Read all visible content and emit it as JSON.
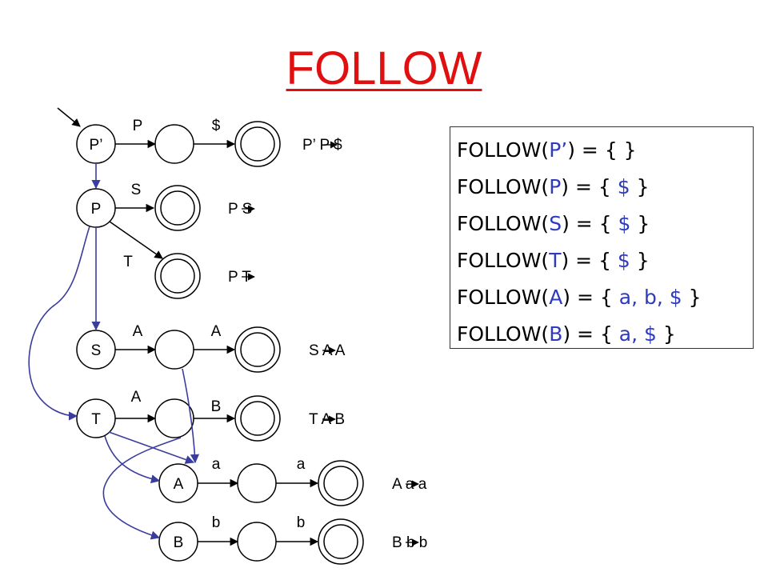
{
  "title": "FOLLOW",
  "colors": {
    "title": "#e01010",
    "curves": "#3a3d9c",
    "symbols": "#2e3bbd"
  },
  "automaton": {
    "start_arrow": true,
    "states": {
      "Pprime": "P’",
      "P": "P",
      "S": "S",
      "T": "T",
      "A": "A",
      "B": "B"
    },
    "edge_labels": {
      "pp_1": "P",
      "pp_2": "$",
      "p_1": "S",
      "p_2": "T",
      "s_1": "A",
      "s_2": "A",
      "t_1": "A",
      "t_2": "B",
      "a_1": "a",
      "a_2": "a",
      "b_1": "b",
      "b_2": "b"
    },
    "productions": {
      "pp": "P’  P $",
      "ps": "P  S",
      "pt": "P  T",
      "s": "S  A A",
      "t": "T  A B",
      "a": "A  a a",
      "b": "B  b b"
    }
  },
  "follow_sets": [
    {
      "prefix": "FOLLOW(",
      "nonterminal": "P’",
      "mid": ") = { ",
      "symbols": "",
      "suffix": "}"
    },
    {
      "prefix": "FOLLOW(",
      "nonterminal": "P",
      "mid": ") = { ",
      "symbols": "$",
      "suffix": " }"
    },
    {
      "prefix": "FOLLOW(",
      "nonterminal": "S",
      "mid": ") = { ",
      "symbols": "$",
      "suffix": " }"
    },
    {
      "prefix": "FOLLOW(",
      "nonterminal": "T",
      "mid": ") = { ",
      "symbols": "$",
      "suffix": " }"
    },
    {
      "prefix": "FOLLOW(",
      "nonterminal": "A",
      "mid": ") = { ",
      "symbols": "a, b, $",
      "suffix": " }"
    },
    {
      "prefix": "FOLLOW(",
      "nonterminal": "B",
      "mid": ") = { ",
      "symbols": "a, $",
      "suffix": " }"
    }
  ]
}
